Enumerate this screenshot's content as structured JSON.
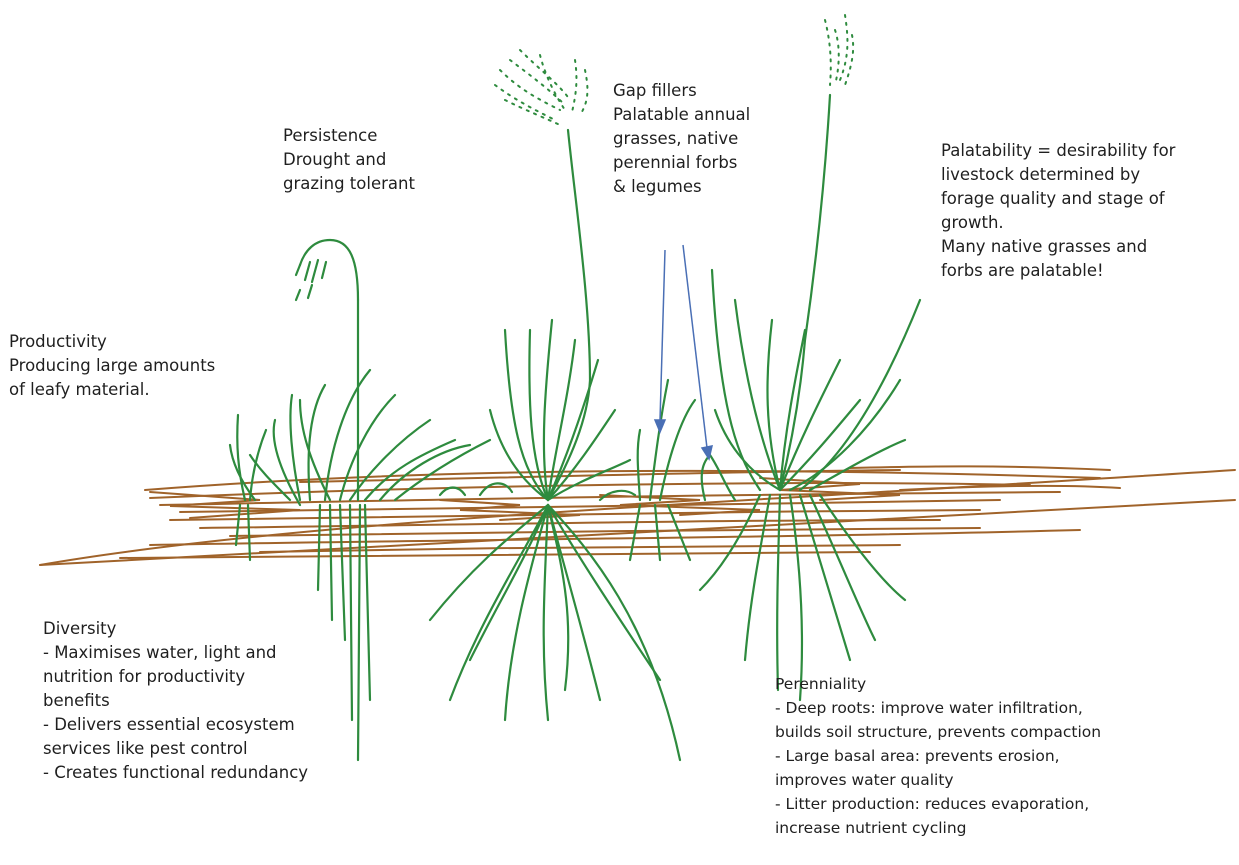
{
  "labels": {
    "persistence": [
      "Persistence",
      "Drought and",
      "grazing tolerant"
    ],
    "gap_fillers": [
      "Gap fillers",
      "Palatable annual",
      "grasses, native",
      "perennial forbs",
      "& legumes"
    ],
    "palatability": [
      "Palatability = desirability for",
      "livestock determined  by",
      "forage quality and stage of",
      "growth.",
      "Many native grasses and",
      "forbs are palatable!"
    ],
    "productivity": [
      "Productivity",
      "Producing  large amounts",
      "of leafy material."
    ],
    "diversity": [
      "Diversity",
      "- Maximises water, light and",
      "nutrition  for productivity",
      "benefits",
      "- Delivers essential ecosystem",
      "services like pest control",
      "- Creates functional redundancy"
    ],
    "perenniality": [
      "Perenniality",
      "- Deep roots: improve water infiltration,",
      "builds soil structure, prevents compaction",
      "- Large basal area: prevents erosion,",
      "improves water quality",
      "- Litter production:  reduces evaporation,",
      "increase nutrient cycling"
    ]
  },
  "colors": {
    "plant": "#2e8b3e",
    "litter": "#a0632a",
    "arrow": "#4a6fb5",
    "text": "#1f1f1f"
  }
}
